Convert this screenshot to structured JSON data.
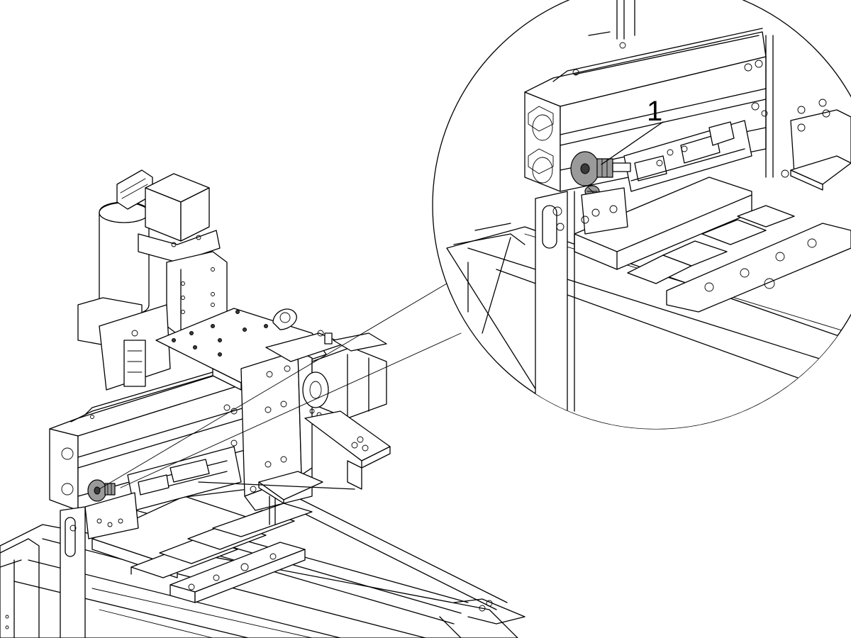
{
  "figure": {
    "callouts": [
      {
        "label": "1",
        "target": "bearing-wheel"
      }
    ],
    "detail_view": "circular-magnified-detail"
  }
}
